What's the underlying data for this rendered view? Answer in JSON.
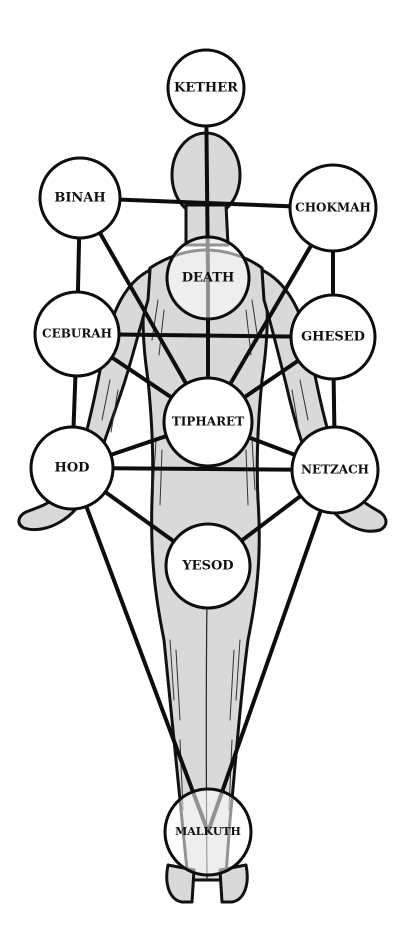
{
  "diagram": {
    "nodes": [
      {
        "id": "kether",
        "label": "KETHER"
      },
      {
        "id": "binah",
        "label": "BINAH"
      },
      {
        "id": "chokmah",
        "label": "CHOKMAH"
      },
      {
        "id": "death",
        "label": "DEATH"
      },
      {
        "id": "ceburah",
        "label": "CEBURAH"
      },
      {
        "id": "ghesed",
        "label": "GHESED"
      },
      {
        "id": "tipharet",
        "label": "TIPHARET"
      },
      {
        "id": "hod",
        "label": "HOD"
      },
      {
        "id": "netzach",
        "label": "NETZACH"
      },
      {
        "id": "yesod",
        "label": "YESOD"
      },
      {
        "id": "malkuth",
        "label": "MALKUTH"
      }
    ],
    "edges": [
      [
        "kether",
        "death"
      ],
      [
        "binah",
        "chokmah"
      ],
      [
        "binah",
        "ceburah"
      ],
      [
        "binah",
        "tipharet"
      ],
      [
        "chokmah",
        "ghesed"
      ],
      [
        "chokmah",
        "tipharet"
      ],
      [
        "death",
        "tipharet"
      ],
      [
        "ceburah",
        "ghesed"
      ],
      [
        "ceburah",
        "hod"
      ],
      [
        "ceburah",
        "tipharet"
      ],
      [
        "ghesed",
        "netzach"
      ],
      [
        "ghesed",
        "tipharet"
      ],
      [
        "tipharet",
        "hod"
      ],
      [
        "tipharet",
        "netzach"
      ],
      [
        "hod",
        "netzach"
      ],
      [
        "hod",
        "yesod"
      ],
      [
        "netzach",
        "yesod"
      ],
      [
        "hod",
        "malkuth"
      ],
      [
        "netzach",
        "malkuth"
      ]
    ]
  }
}
